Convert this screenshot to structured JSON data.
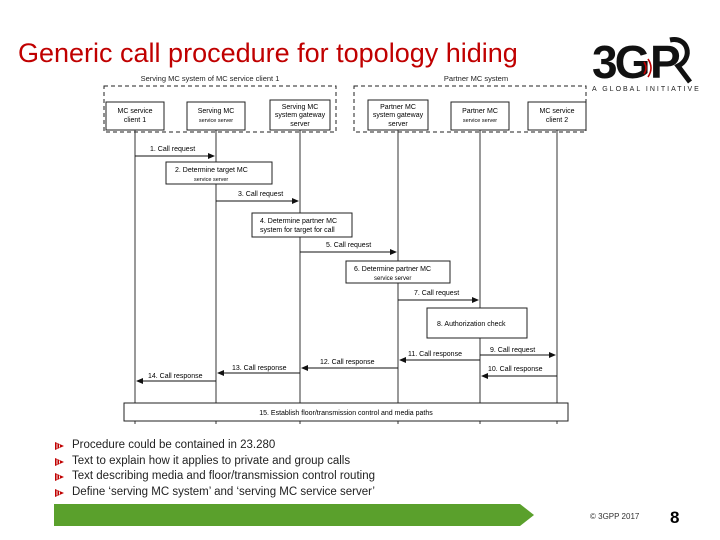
{
  "slide": {
    "title": "Generic call procedure for topology hiding",
    "logo_text": "3GPP",
    "logo_subtitle": "A GLOBAL INITIATIVE",
    "copyright": "© 3GPP 2017",
    "page_number": "8",
    "accent_color": "#c00000",
    "bar_color": "#5aa02c"
  },
  "diagram": {
    "group_left": "Serving MC system of MC service client 1",
    "group_right": "Partner MC system",
    "entities": [
      {
        "lines": [
          "MC service",
          "client 1"
        ]
      },
      {
        "lines": [
          "Serving MC",
          "service server"
        ]
      },
      {
        "lines": [
          "Serving MC",
          "system gateway",
          "server"
        ]
      },
      {
        "lines": [
          "Partner MC",
          "system gateway",
          "server"
        ]
      },
      {
        "lines": [
          "Partner MC",
          "service server"
        ]
      },
      {
        "lines": [
          "MC service",
          "client 2"
        ]
      }
    ],
    "steps": [
      {
        "label": "1. Call request"
      },
      {
        "label": [
          "2. Determine target MC",
          "service server"
        ]
      },
      {
        "label": "3. Call request"
      },
      {
        "label": [
          "4. Determine partner MC",
          "system for target for call"
        ]
      },
      {
        "label": "5. Call request"
      },
      {
        "label": [
          "6. Determine partner MC",
          "service server"
        ]
      },
      {
        "label": "7. Call request"
      },
      {
        "label": "8. Authorization check"
      },
      {
        "label": "9. Call request"
      },
      {
        "label": "10. Call response"
      },
      {
        "label": "11. Call response"
      },
      {
        "label": "12. Call response"
      },
      {
        "label": "13. Call response"
      },
      {
        "label": "14. Call response"
      },
      {
        "label": "15. Establish floor/transmission control and media paths"
      }
    ]
  },
  "bullets": [
    "Procedure could be contained in 23.280",
    "Text to explain how it applies to private and group calls",
    "Text describing media and floor/transmission control routing",
    "Define ‘serving MC system’ and ‘serving MC service server’"
  ]
}
